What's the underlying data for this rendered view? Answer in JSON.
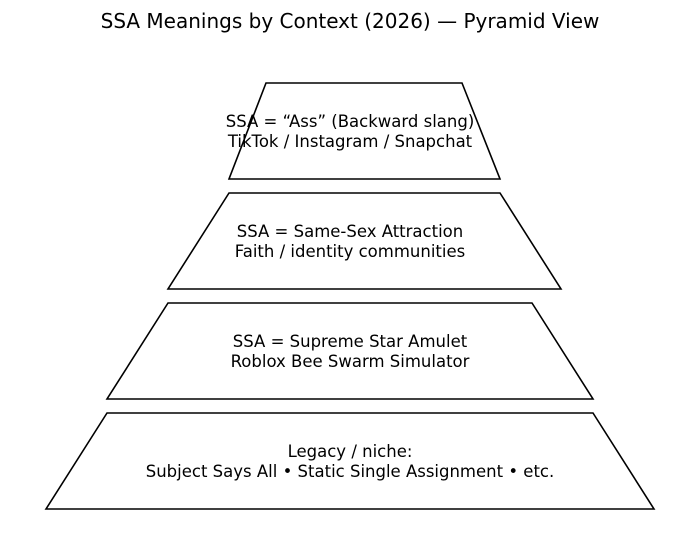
{
  "title": "SSA Meanings by Context (2026) — Pyramid View",
  "tiers": [
    {
      "line1": "SSA = “Ass” (Backward slang)",
      "line2": "TikTok / Instagram / Snapchat"
    },
    {
      "line1": "SSA = Same-Sex Attraction",
      "line2": "Faith / identity communities"
    },
    {
      "line1": "SSA = Supreme Star Amulet",
      "line2": "Roblox Bee Swarm Simulator"
    },
    {
      "line1": "Legacy / niche:",
      "line2": "Subject Says All • Static Single Assignment • etc."
    }
  ],
  "colors": {
    "stroke": "#000000",
    "fill": "#ffffff"
  }
}
